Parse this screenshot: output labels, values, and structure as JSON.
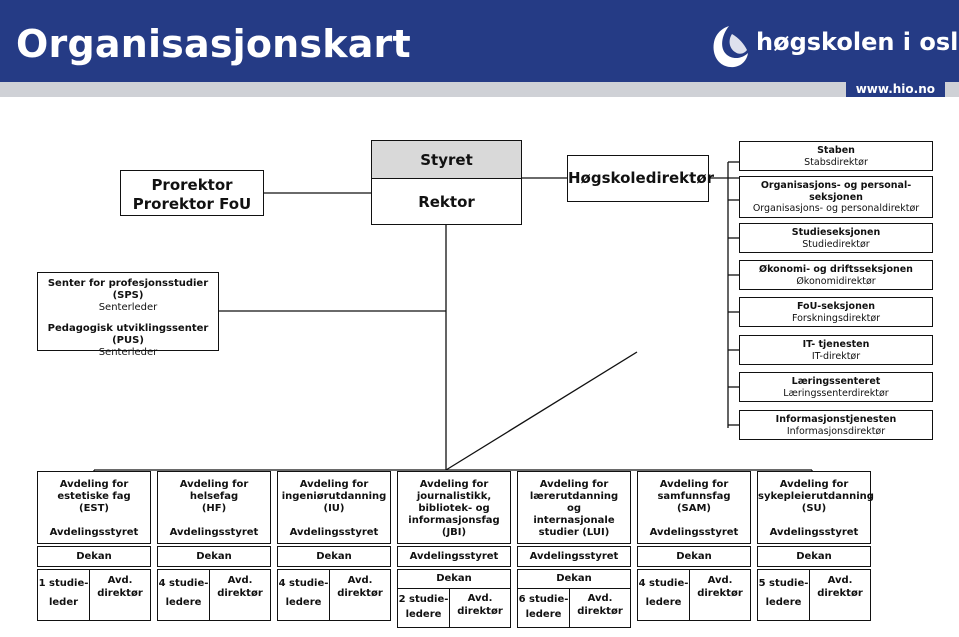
{
  "header": {
    "title": "Organisasjonskart",
    "logo_text": "høgskolen i oslo",
    "url": "www.hio.no"
  },
  "top": {
    "prorektor": "Prorektor",
    "prorektor_fou": "Prorektor FoU",
    "styret": "Styret",
    "rektor": "Rektor",
    "hogskoledirektor": "Høgskoledirektør"
  },
  "senter": [
    {
      "name": "Senter for profesjonsstudier (SPS)",
      "leader": "Senterleder"
    },
    {
      "name": "Pedagogisk utviklingssenter (PUS)",
      "leader": "Senterleder"
    }
  ],
  "staff": [
    {
      "name": "Staben",
      "leader": "Stabsdirektør"
    },
    {
      "name": "Organisasjons- og personal-",
      "name2": "seksjonen",
      "leader": "Organisasjons- og personaldirektør"
    },
    {
      "name": "Studieseksjonen",
      "leader": "Studiedirektør"
    },
    {
      "name": "Økonomi- og driftsseksjonen",
      "leader": "Økonomidirektør"
    },
    {
      "name": "FoU-seksjonen",
      "leader": "Forskningsdirektør"
    },
    {
      "name": "IT- tjenesten",
      "leader": "IT-direktør"
    },
    {
      "name": "Læringssenteret",
      "leader": "Læringssenterdirektør"
    },
    {
      "name": "Informasjonstjenesten",
      "leader": "Informasjonsdirektør"
    }
  ],
  "departments": [
    {
      "l1": "Avdeling for",
      "l2": "estetiske fag",
      "l3": "(EST)",
      "l4": "",
      "board": "Avdelingsstyret",
      "lead": "Dekan",
      "studie": "1 studie-",
      "leder": "leder",
      "avd": "Avd.",
      "dir": "direktør"
    },
    {
      "l1": "Avdeling for",
      "l2": "helsefag",
      "l3": "(HF)",
      "l4": "",
      "board": "Avdelingsstyret",
      "lead": "Dekan",
      "studie": "4 studie-",
      "leder": "ledere",
      "avd": "Avd.",
      "dir": "direktør"
    },
    {
      "l1": "Avdeling for",
      "l2": "ingeniørutdanning",
      "l3": "(IU)",
      "l4": "",
      "board": "Avdelingsstyret",
      "lead": "Dekan",
      "studie": "4 studie-",
      "leder": "ledere",
      "avd": "Avd.",
      "dir": "direktør"
    },
    {
      "l1": "Avdeling for",
      "l2": "journalistikk,",
      "l3": "bibliotek- og",
      "l4": "informasjonsfag",
      "l5": "(JBI)",
      "board": "",
      "lead": "Avdelingsstyret",
      "top": "Dekan",
      "studie": "2 studie-",
      "leder": "ledere",
      "avd": "Avd.",
      "dir": "direktør"
    },
    {
      "l1": "Avdeling for",
      "l2": "lærerutdanning",
      "l3": "og",
      "l4": "internasjonale",
      "l5": "studier (LUI)",
      "board": "",
      "lead": "Avdelingsstyret",
      "top": "Dekan",
      "studie": "6 studie-",
      "leder": "ledere",
      "avd": "Avd.",
      "dir": "direktør"
    },
    {
      "l1": "Avdeling for",
      "l2": "samfunnsfag",
      "l3": "(SAM)",
      "l4": "",
      "board": "Avdelingsstyret",
      "lead": "Dekan",
      "studie": "4 studie-",
      "leder": "ledere",
      "avd": "Avd.",
      "dir": "direktør"
    },
    {
      "l1": "Avdeling for",
      "l2": "sykepleierutdanning",
      "l3": "(SU)",
      "l4": "",
      "board": "Avdelingsstyret",
      "lead": "Dekan",
      "studie": "5 studie-",
      "leder": "ledere",
      "avd": "Avd.",
      "dir": "direktør"
    }
  ],
  "colors": {
    "header": "#253b85",
    "strip": "#cfd1d6",
    "styret_fill": "#d9d9d9"
  }
}
